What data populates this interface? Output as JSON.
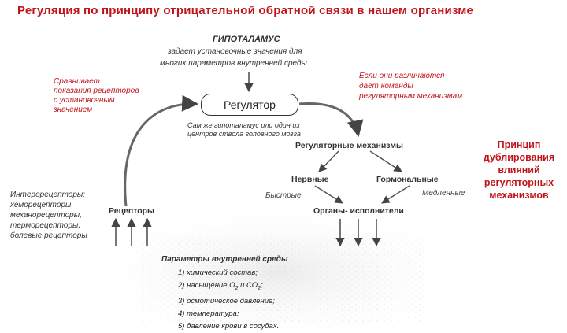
{
  "title": "Регуляция по принципу отрицательной обратной связи в нашем организме",
  "hypothalamus": {
    "title": "ГИПОТАЛАМУС",
    "line1": "задает установочные значения для",
    "line2": "многих параметров внутренней среды"
  },
  "compares": [
    "Сравнивает",
    "показания рецепторов",
    "с установочным",
    "значением"
  ],
  "differ": [
    "Если они различаются –",
    "дает команды",
    "регуляторным механизмам"
  ],
  "regulator": "Регулятор",
  "regulator_note": [
    "Сам же гипоталамус или один из",
    "центров ствола головного мозга"
  ],
  "mechanisms": "Регуляторные механизмы",
  "nervous": "Нервные",
  "hormonal": "Гормональные",
  "fast": "Быстрые",
  "slow": "Медленные",
  "organs": "Органы- исполнители",
  "receptors": "Рецепторы",
  "interoreceptors": {
    "heading": "Интерорецепторы",
    "colon": ":",
    "items": [
      "хеморецепторы,",
      "механорецепторы,",
      "терморецепторы,",
      "болевые рецепторы"
    ]
  },
  "duplication": [
    "Принцип",
    "дублирования",
    "влияний",
    "регуляторных",
    "механизмов"
  ],
  "params": {
    "heading": "Параметры внутренней среды",
    "items": [
      "1) химический состав;",
      "2) насыщение О",
      "3) осмотическое давление;",
      "4) температура;",
      "5) давление крови в сосудах."
    ],
    "o2_sub": "2",
    "o2_mid": " и СО",
    "co2_sub": "2",
    "o2_end": ";"
  }
}
